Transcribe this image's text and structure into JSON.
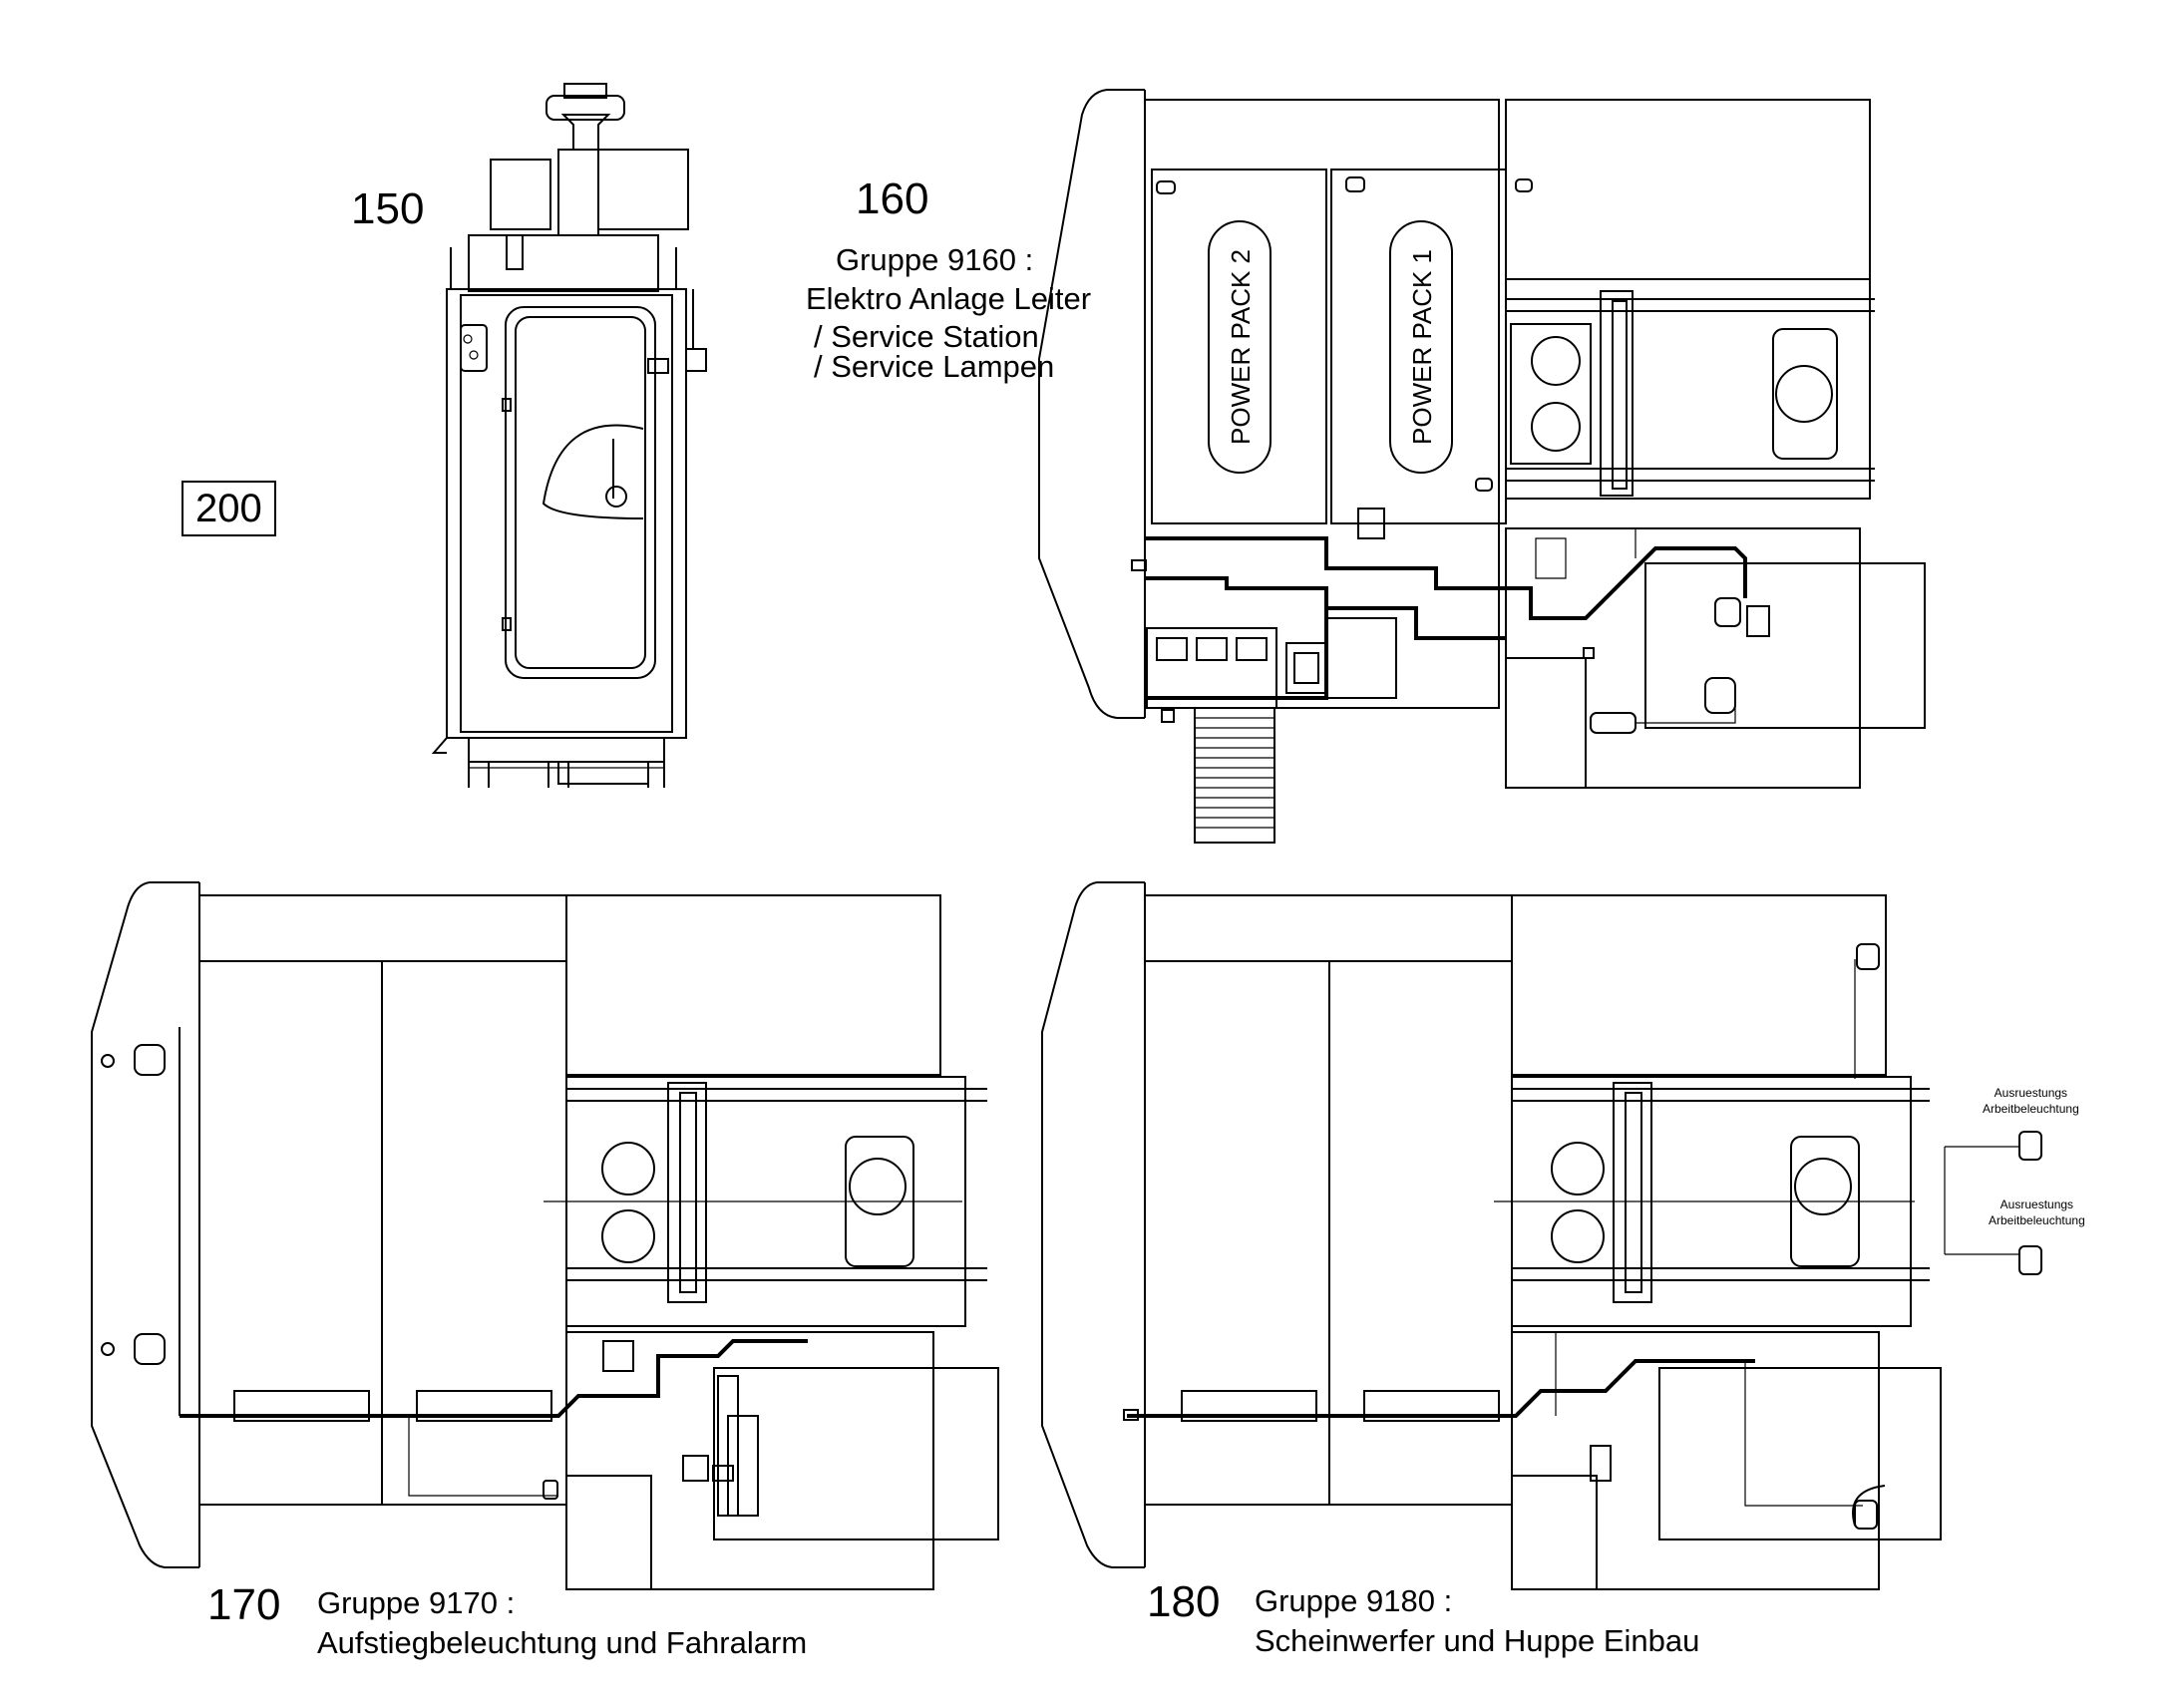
{
  "views": [
    {
      "id": "150",
      "number": "150",
      "title": "",
      "subtitle_lines": []
    },
    {
      "id": "160",
      "number": "160",
      "title": "Gruppe 9160 :",
      "subtitle_lines": [
        "Elektro Anlage Leiter",
        "/ Service Station",
        "/ Service Lampen"
      ]
    },
    {
      "id": "170",
      "number": "170",
      "title": "Gruppe 9170 :",
      "subtitle_lines": [
        "Aufstiegbeleuchtung und Fahralarm"
      ]
    },
    {
      "id": "180",
      "number": "180",
      "title": "Gruppe 9180 :",
      "subtitle_lines": [
        "Scheinwerfer und Huppe Einbau"
      ]
    }
  ],
  "reference_box": "200",
  "component_labels": {
    "power_pack_1": "POWER PACK 1",
    "power_pack_2": "POWER PACK 2"
  },
  "callouts": [
    {
      "line1": "Ausruestungs",
      "line2": "Arbeitbeleuchtung"
    },
    {
      "line1": "Ausruestungs",
      "line2": "Arbeitbeleuchtung"
    }
  ]
}
